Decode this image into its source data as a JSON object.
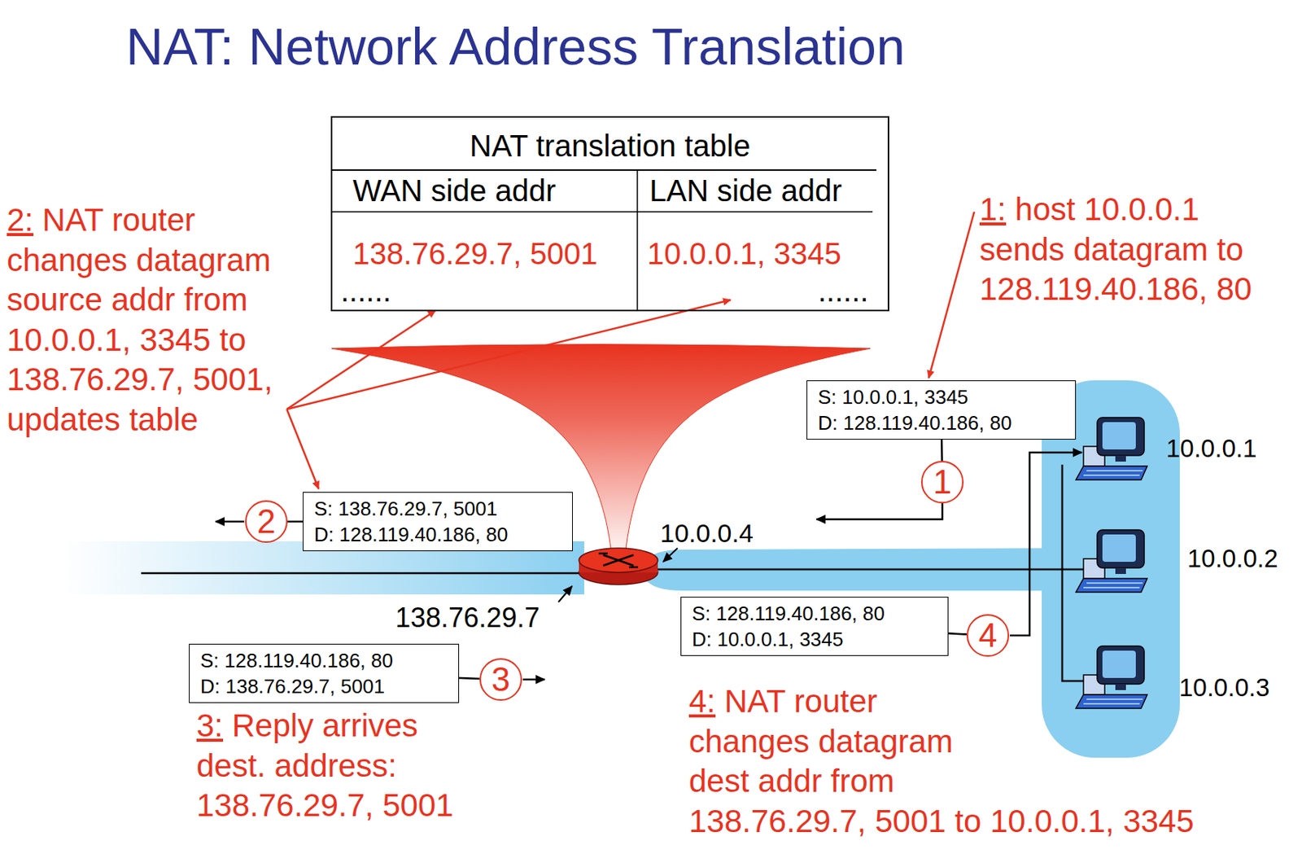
{
  "diagram": {
    "title": "NAT: Network Address Translation",
    "nodes": [
      {
        "text": [
          "NAT translation table"
        ]
      },
      {
        "text": [
          "S: 10.0.0.1, 3345",
          "D: 128.119.40.186, 80"
        ]
      },
      {
        "text": [
          "1"
        ]
      },
      {
        "text": [
          "S: 138.76.29.7, 5001",
          "D: 128.119.40.186, 80"
        ]
      },
      {
        "text": [
          "2"
        ]
      },
      {
        "text": [
          "S: 128.119.40.186, 80",
          "D: 10.0.0.1, 3345"
        ]
      },
      {
        "text": [
          "4"
        ]
      },
      {
        "text": [
          "S: 128.119.40.186, 80",
          "D: 138.76.29.7, 5001"
        ]
      },
      {
        "text": [
          "3"
        ]
      }
    ],
    "edges": [
      {
        "from": 2,
        "to": 1,
        "arrow": "none"
      },
      {
        "from": 4,
        "to": 3,
        "arrow": "none"
      },
      {
        "from": 6,
        "to": 5,
        "arrow": "none"
      },
      {
        "from": 8,
        "to": 7,
        "arrow": "none"
      }
    ],
    "labels": [
      "WAN side addr",
      "LAN side addr",
      "138.76.29.7, 5001",
      "10.0.0.1, 3345",
      "......",
      "......",
      "1:",
      "host 10.0.0.1 sends datagram to 128.119.40.186, 80",
      "2:",
      "NAT router changes datagram source addr from 10.0.0.1, 3345 to 138.76.29.7, 5001, updates table",
      "3:",
      "Reply arrives dest. address: 138.76.29.7, 5001",
      "4:",
      "NAT router changes datagram dest addr from 138.76.29.7, 5001 to 10.0.0.1, 3345",
      "10.0.0.4",
      "138.76.29.7",
      "10.0.0.1",
      "10.0.0.2",
      "10.0.0.3"
    ]
  }
}
